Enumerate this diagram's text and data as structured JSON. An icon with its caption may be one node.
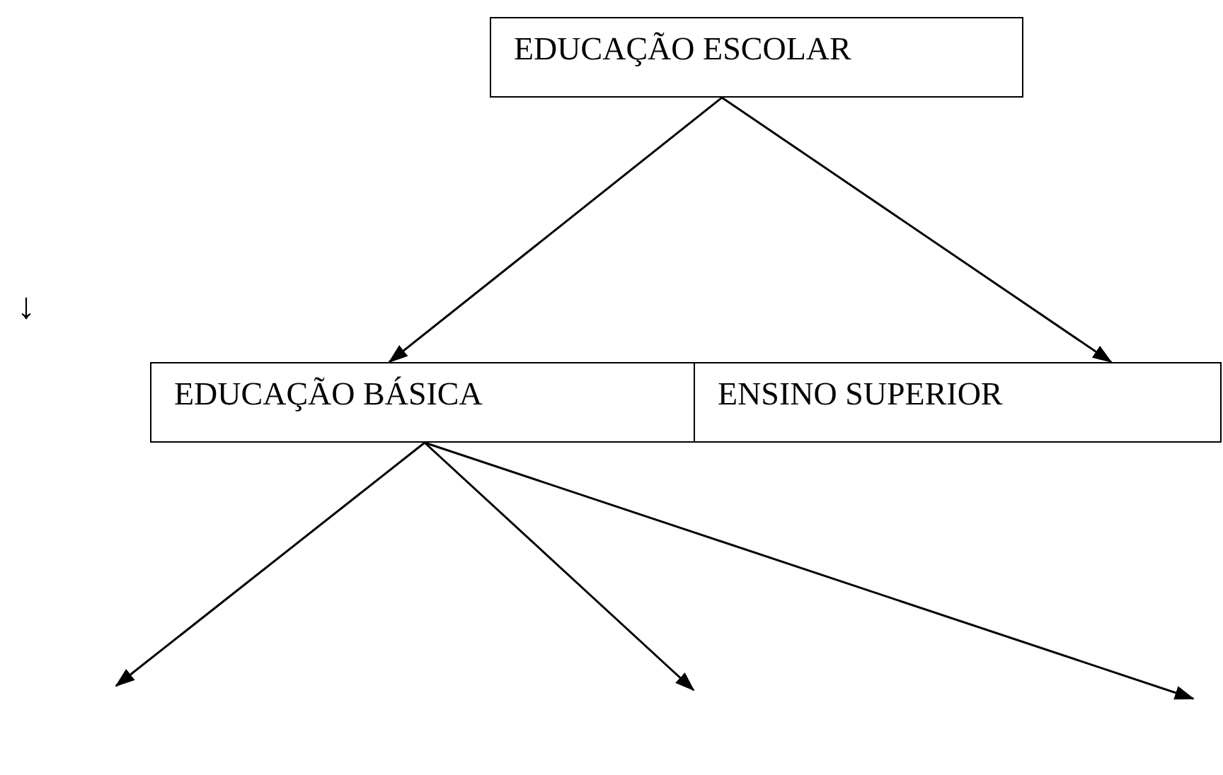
{
  "diagram": {
    "nodes": [
      {
        "text": [
          "EDUCAÇÃO ESCOLAR"
        ]
      },
      {
        "text": [
          "EDUCAÇÃO BÁSICA"
        ]
      },
      {
        "text": [
          "ENSINO SUPERIOR"
        ]
      }
    ],
    "edges": [
      {
        "from": 0,
        "to": 1,
        "arrow": "to"
      },
      {
        "from": 0,
        "to": 2,
        "arrow": "to"
      },
      {
        "from": 1,
        "to": null,
        "arrow": "to"
      },
      {
        "from": 1,
        "to": null,
        "arrow": "to"
      },
      {
        "from": 1,
        "to": null,
        "arrow": "to"
      }
    ],
    "labels": [
      "↓"
    ]
  }
}
